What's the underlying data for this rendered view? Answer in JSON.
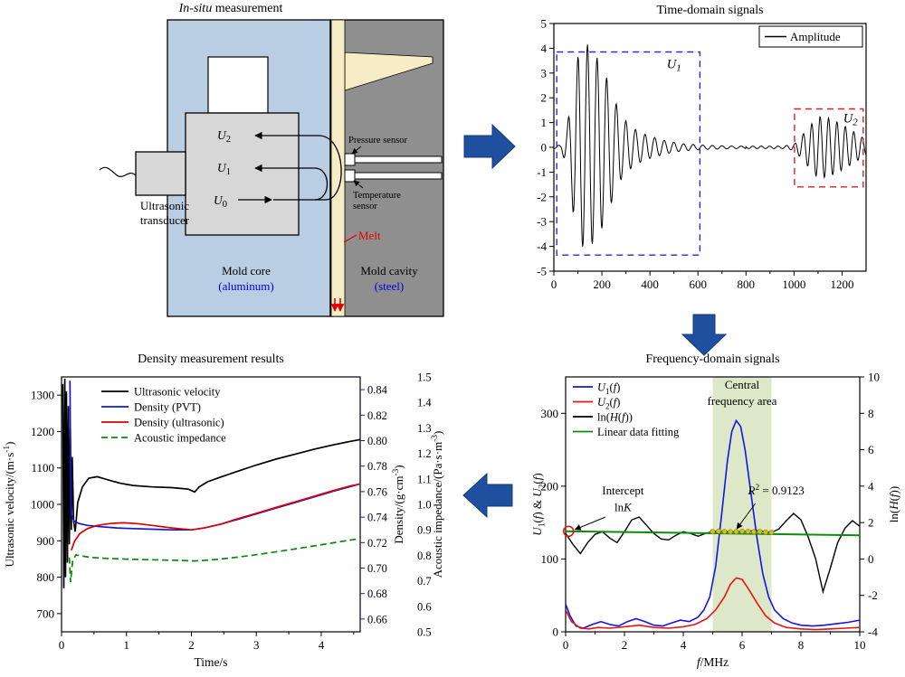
{
  "figure": {
    "background": "#ffffff"
  },
  "schematic": {
    "title": {
      "italic": "In-situ",
      "rest": " measurement"
    },
    "transducer": {
      "line1": "Ultrasonic",
      "line2": "transducer"
    },
    "u0": {
      "base": "U",
      "sub": "0"
    },
    "u1": {
      "base": "U",
      "sub": "1"
    },
    "u2": {
      "base": "U",
      "sub": "2"
    },
    "pressure_sensor": "Pressure sensor",
    "temperature_sensor": {
      "line1": "Temperature",
      "line2": "sensor"
    },
    "melt": "Melt",
    "mold_core": {
      "line1": "Mold core",
      "line2": "(aluminum)"
    },
    "mold_cavity": {
      "line1": "Mold cavity",
      "line2": "(steel)"
    },
    "colors": {
      "core": "#b9cde3",
      "cavity": "#8f8f8f",
      "melt": "#f6ecc6",
      "metal": "#d7d7d7",
      "melt_label": "#e60000",
      "blue_label": "#0000dd",
      "flow": "#1f4f9f"
    }
  },
  "chart_data": [
    {
      "id": "time_domain",
      "type": "line",
      "title": "Time-domain signals",
      "xlabel": "",
      "ylabel": "",
      "xlim": [
        0,
        1300
      ],
      "ylim": [
        -5,
        5
      ],
      "xticks": [
        0,
        200,
        400,
        600,
        800,
        1000,
        1200
      ],
      "xminor": [
        100,
        300,
        500,
        700,
        900,
        1100
      ],
      "yticks": [
        -5,
        -4,
        -3,
        -2,
        -1,
        0,
        1,
        2,
        3,
        4,
        5
      ],
      "legend": [
        {
          "label": "Amplitude",
          "color": "#000000"
        }
      ],
      "series": [
        {
          "name": "Amplitude",
          "color": "#000000",
          "carrier_period_1": 40,
          "carrier_period_2": 35,
          "carrier_split": 800,
          "envelope": [
            [
              0,
              0.05
            ],
            [
              30,
              0.1
            ],
            [
              55,
              0.8
            ],
            [
              80,
              2.6
            ],
            [
              105,
              3.9
            ],
            [
              140,
              4.15
            ],
            [
              175,
              3.7
            ],
            [
              210,
              3.1
            ],
            [
              245,
              2.1
            ],
            [
              280,
              1.3
            ],
            [
              315,
              0.9
            ],
            [
              350,
              0.65
            ],
            [
              400,
              0.45
            ],
            [
              460,
              0.28
            ],
            [
              530,
              0.15
            ],
            [
              620,
              0.09
            ],
            [
              750,
              0.05
            ],
            [
              950,
              0.05
            ],
            [
              1000,
              0.12
            ],
            [
              1030,
              0.45
            ],
            [
              1065,
              0.85
            ],
            [
              1100,
              1.25
            ],
            [
              1140,
              1.2
            ],
            [
              1185,
              1.0
            ],
            [
              1230,
              0.75
            ],
            [
              1270,
              0.5
            ],
            [
              1300,
              0.3
            ]
          ]
        }
      ],
      "boxes": [
        {
          "label": {
            "base": "U",
            "sub": "1"
          },
          "color": "#2a2ad4",
          "x0": 12,
          "x1": 608,
          "y0": -4.35,
          "y1": 3.85,
          "label_x": 470,
          "label_y": 3.2
        },
        {
          "label": {
            "base": "U",
            "sub": "2"
          },
          "color": "#e02020",
          "x0": 1002,
          "x1": 1288,
          "y0": -1.6,
          "y1": 1.55,
          "label_x": 1205,
          "label_y": 1.0
        }
      ]
    },
    {
      "id": "density_results",
      "type": "line",
      "title": "Density measurement results",
      "xlabel": "Time/s",
      "xlim": [
        0,
        4.6
      ],
      "xticks": [
        0,
        1,
        2,
        3,
        4
      ],
      "xminor": [
        0.5,
        1.5,
        2.5,
        3.5,
        4.5
      ],
      "axes": {
        "left": {
          "label": "Ultrasonic velocity/(m·s^{-1})",
          "color": "#000000",
          "lim": [
            650,
            1350
          ],
          "ticks": [
            700,
            800,
            900,
            1000,
            1100,
            1200,
            1300
          ],
          "decimals": 0
        },
        "right1": {
          "label": "Density/(g·cm^{-3})",
          "color": "#1414dd",
          "lim": [
            0.65,
            0.85
          ],
          "ticks": [
            0.66,
            0.68,
            0.7,
            0.72,
            0.74,
            0.76,
            0.78,
            0.8,
            0.82,
            0.84
          ],
          "decimals": 2
        },
        "right2": {
          "label": "Acoustic impedance/(Pa·s·m^{-3})",
          "color": "#dd0000",
          "lim": [
            0.5,
            1.5
          ],
          "ticks": [
            0.5,
            0.6,
            0.7,
            0.8,
            0.9,
            1.0,
            1.1,
            1.2,
            1.3,
            1.4,
            1.5
          ],
          "decimals": 1
        }
      },
      "legend": [
        {
          "label": "Ultrasonic velocity",
          "color": "#000000",
          "dash": null
        },
        {
          "label": "Density (PVT)",
          "color": "#1414dd",
          "dash": null
        },
        {
          "label": "Density (ultrasonic)",
          "color": "#dd0000",
          "dash": null
        },
        {
          "label": "Acoustic impedance",
          "color": "#0a8a0a",
          "dash": "7,4"
        }
      ],
      "series": [
        {
          "name": "Ultrasonic velocity",
          "axis": "left",
          "color": "#000000",
          "dash": null,
          "x": [
            0.02,
            0.035,
            0.05,
            0.062,
            0.075,
            0.09,
            0.105,
            0.12,
            0.135,
            0.15,
            0.165,
            0.185,
            0.21,
            0.25,
            0.32,
            0.42,
            0.55,
            0.7,
            0.9,
            1.1,
            1.4,
            1.7,
            1.95,
            2.05,
            2.12,
            2.25,
            2.45,
            2.7,
            3.0,
            3.3,
            3.6,
            3.9,
            4.2,
            4.45,
            4.6
          ],
          "y": [
            1330,
            770,
            1345,
            800,
            1310,
            840,
            1270,
            890,
            1210,
            930,
            1130,
            955,
            925,
            1005,
            1048,
            1072,
            1076,
            1068,
            1058,
            1052,
            1048,
            1046,
            1042,
            1034,
            1048,
            1062,
            1075,
            1090,
            1108,
            1124,
            1138,
            1152,
            1164,
            1173,
            1178
          ]
        },
        {
          "name": "Density (PVT)",
          "axis": "right1",
          "color": "#1414dd",
          "dash": null,
          "x": [
            0.13,
            0.145,
            0.19,
            0.27,
            0.4,
            0.6,
            0.85,
            1.1,
            1.4,
            1.7,
            2.0,
            2.2,
            2.45,
            2.7,
            3.0,
            3.3,
            3.6,
            3.9,
            4.2,
            4.45,
            4.6
          ],
          "y": [
            0.847,
            0.743,
            0.737,
            0.735,
            0.7335,
            0.7325,
            0.7315,
            0.731,
            0.7305,
            0.73,
            0.73,
            0.7315,
            0.7345,
            0.738,
            0.7425,
            0.747,
            0.7515,
            0.756,
            0.7605,
            0.764,
            0.766
          ]
        },
        {
          "name": "Density (ultrasonic)",
          "axis": "right1",
          "color": "#dd0000",
          "dash": null,
          "x": [
            0.15,
            0.2,
            0.28,
            0.4,
            0.55,
            0.75,
            0.95,
            1.15,
            1.4,
            1.7,
            2.0,
            2.2,
            2.45,
            2.7,
            3.0,
            3.3,
            3.6,
            3.9,
            4.2,
            4.45,
            4.6
          ],
          "y": [
            0.714,
            0.721,
            0.727,
            0.731,
            0.7335,
            0.735,
            0.7355,
            0.735,
            0.7335,
            0.7315,
            0.73,
            0.7315,
            0.7345,
            0.7385,
            0.743,
            0.7475,
            0.752,
            0.7565,
            0.761,
            0.7645,
            0.766
          ]
        },
        {
          "name": "Acoustic impedance",
          "axis": "right2",
          "color": "#0a8a0a",
          "dash": "7,4",
          "x": [
            0.12,
            0.14,
            0.17,
            0.22,
            0.3,
            0.45,
            0.7,
            1.0,
            1.4,
            1.8,
            2.05,
            2.2,
            2.45,
            2.7,
            3.0,
            3.35,
            3.7,
            4.05,
            4.35,
            4.6
          ],
          "y": [
            0.792,
            0.695,
            0.775,
            0.802,
            0.798,
            0.792,
            0.788,
            0.785,
            0.7825,
            0.78,
            0.778,
            0.78,
            0.7855,
            0.7925,
            0.8025,
            0.8155,
            0.829,
            0.8435,
            0.856,
            0.866
          ]
        }
      ]
    },
    {
      "id": "frequency_domain",
      "type": "line",
      "title": "Frequency-domain signals",
      "xlabel": "*f*/MHz",
      "xlim": [
        0,
        10
      ],
      "xticks": [
        0,
        2,
        4,
        6,
        8,
        10
      ],
      "xminor": [
        1,
        3,
        5,
        7,
        9
      ],
      "axes": {
        "left": {
          "label": "*U*_{1}(*f*) & *U*_{2}(*f*)",
          "color": "#000000",
          "lim": [
            0,
            350
          ],
          "ticks": [
            0,
            100,
            200,
            300
          ],
          "decimals": 0
        },
        "right": {
          "label": "ln(*H*(*f*))",
          "color": "#000000",
          "lim": [
            -4,
            10
          ],
          "ticks": [
            -4,
            -2,
            0,
            2,
            4,
            6,
            8,
            10
          ],
          "decimals": 0
        }
      },
      "band": {
        "x0": 5.0,
        "x1": 7.0,
        "color": "#dde8c8",
        "label_line1": "Central",
        "label_line2": "frequency area"
      },
      "legend": [
        {
          "label": "*U*_{1}(*f*)",
          "color": "#1414e6"
        },
        {
          "label": "*U*_{2}(*f*)",
          "color": "#e61414"
        },
        {
          "label": "ln(*H*(*f*))",
          "color": "#000000"
        },
        {
          "label": "Linear data fitting",
          "color": "#089008"
        }
      ],
      "series": [
        {
          "name": "U1f",
          "axis": "left",
          "color": "#1414e6",
          "width": 1.6,
          "x": [
            0,
            0.15,
            0.35,
            0.6,
            0.9,
            1.2,
            1.5,
            1.8,
            2.1,
            2.4,
            2.7,
            3.0,
            3.3,
            3.6,
            3.9,
            4.2,
            4.5,
            4.7,
            4.9,
            5.1,
            5.3,
            5.5,
            5.65,
            5.8,
            5.95,
            6.1,
            6.3,
            6.5,
            6.7,
            6.9,
            7.1,
            7.4,
            7.7,
            8.0,
            8.4,
            8.8,
            9.2,
            9.6,
            10
          ],
          "y": [
            38,
            22,
            8,
            5,
            10,
            14,
            10,
            8,
            14,
            18,
            14,
            9,
            8,
            12,
            16,
            14,
            20,
            30,
            48,
            90,
            160,
            235,
            275,
            290,
            282,
            250,
            190,
            130,
            80,
            48,
            30,
            18,
            12,
            9,
            8,
            9,
            11,
            13,
            16
          ]
        },
        {
          "name": "U2f",
          "axis": "left",
          "color": "#e61414",
          "width": 1.6,
          "x": [
            0,
            0.2,
            0.5,
            0.8,
            1.1,
            1.5,
            2.0,
            2.5,
            3.0,
            3.5,
            4.0,
            4.4,
            4.8,
            5.1,
            5.4,
            5.6,
            5.8,
            6.0,
            6.2,
            6.5,
            6.8,
            7.1,
            7.5,
            8.0,
            8.5,
            9.0,
            9.5,
            10
          ],
          "y": [
            30,
            14,
            5,
            4,
            6,
            5,
            7,
            9,
            6,
            5,
            7,
            10,
            18,
            30,
            48,
            65,
            74,
            72,
            60,
            40,
            22,
            12,
            6,
            4,
            3,
            4,
            5,
            6
          ]
        },
        {
          "name": "lnH",
          "axis": "right",
          "color": "#000000",
          "width": 1.4,
          "x": [
            0,
            0.25,
            0.5,
            0.75,
            1.0,
            1.25,
            1.5,
            1.75,
            2.0,
            2.25,
            2.5,
            2.75,
            3.0,
            3.25,
            3.5,
            3.75,
            4.0,
            4.25,
            4.5,
            4.75,
            5.0,
            5.25,
            5.5,
            5.75,
            6.0,
            6.25,
            6.5,
            6.75,
            7.0,
            7.25,
            7.5,
            7.75,
            8.0,
            8.25,
            8.5,
            8.75,
            9.0,
            9.25,
            9.5,
            9.75,
            10
          ],
          "y": [
            1.4,
            0.8,
            0.3,
            0.9,
            1.35,
            1.5,
            1.15,
            0.9,
            1.5,
            2.15,
            2.3,
            1.85,
            1.4,
            1.1,
            1.05,
            1.3,
            1.5,
            1.4,
            1.25,
            1.4,
            1.5,
            1.52,
            1.5,
            1.49,
            1.5,
            1.53,
            1.55,
            1.5,
            1.45,
            1.65,
            2.1,
            2.5,
            2.15,
            1.2,
            0.0,
            -1.8,
            -0.5,
            0.9,
            1.7,
            2.1,
            1.8
          ]
        },
        {
          "name": "fit",
          "axis": "right",
          "color": "#089008",
          "width": 2,
          "x": [
            0,
            10
          ],
          "y": [
            1.52,
            1.3
          ]
        }
      ],
      "fit_points": {
        "color": "#d4c11f",
        "axis": "right",
        "x": [
          5.0,
          5.2,
          5.4,
          5.6,
          5.8,
          6.0,
          6.2,
          6.4,
          6.6,
          6.8,
          7.0
        ],
        "y": [
          1.5,
          1.52,
          1.5,
          1.49,
          1.5,
          1.52,
          1.51,
          1.49,
          1.5,
          1.47,
          1.46
        ]
      },
      "annotations": {
        "r2": {
          "label": "*R*^{2} = 0.9123",
          "x": 6.2,
          "y": 3.55,
          "arrow": [
            [
              6.45,
              3.05
            ],
            [
              5.82,
              1.66
            ]
          ]
        },
        "intercept": {
          "line1": "Intercept",
          "line2": "ln*K*",
          "x": 1.95,
          "y": 3.55,
          "y2": 2.62,
          "arrow": [
            [
              1.35,
              2.3
            ],
            [
              0.32,
              1.62
            ]
          ]
        },
        "circle": {
          "x": 0.1,
          "y": 1.52,
          "color": "#e61414"
        }
      }
    }
  ]
}
